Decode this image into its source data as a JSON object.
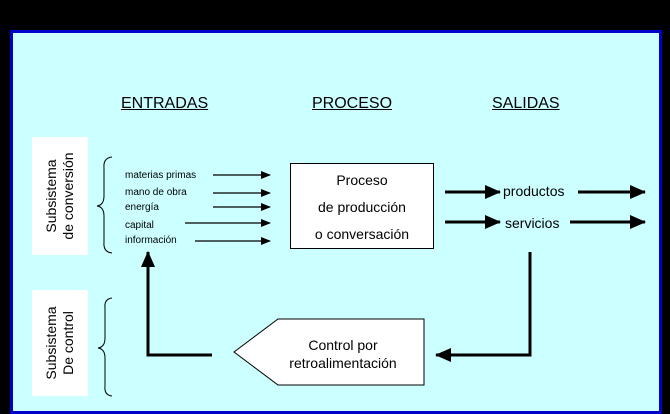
{
  "headings": {
    "inputs": "ENTRADAS",
    "process": "PROCESO",
    "outputs": "SALIDAS"
  },
  "subsystems": {
    "conversion": [
      "Subsistema",
      "de conversión"
    ],
    "control": [
      "Subsistema",
      "De control"
    ]
  },
  "inputs": [
    "materias primas",
    "mano de obra",
    "energía",
    "capital",
    "información"
  ],
  "process_box": [
    "Proceso",
    "de producción",
    "o conversación"
  ],
  "outputs": [
    "productos",
    "servicios"
  ],
  "feedback_box": [
    "Control por",
    "retroalimentación"
  ],
  "colors": {
    "background": "#000000",
    "panel": "#ccffff",
    "panel_border": "#0000cc",
    "box": "#ffffff"
  }
}
